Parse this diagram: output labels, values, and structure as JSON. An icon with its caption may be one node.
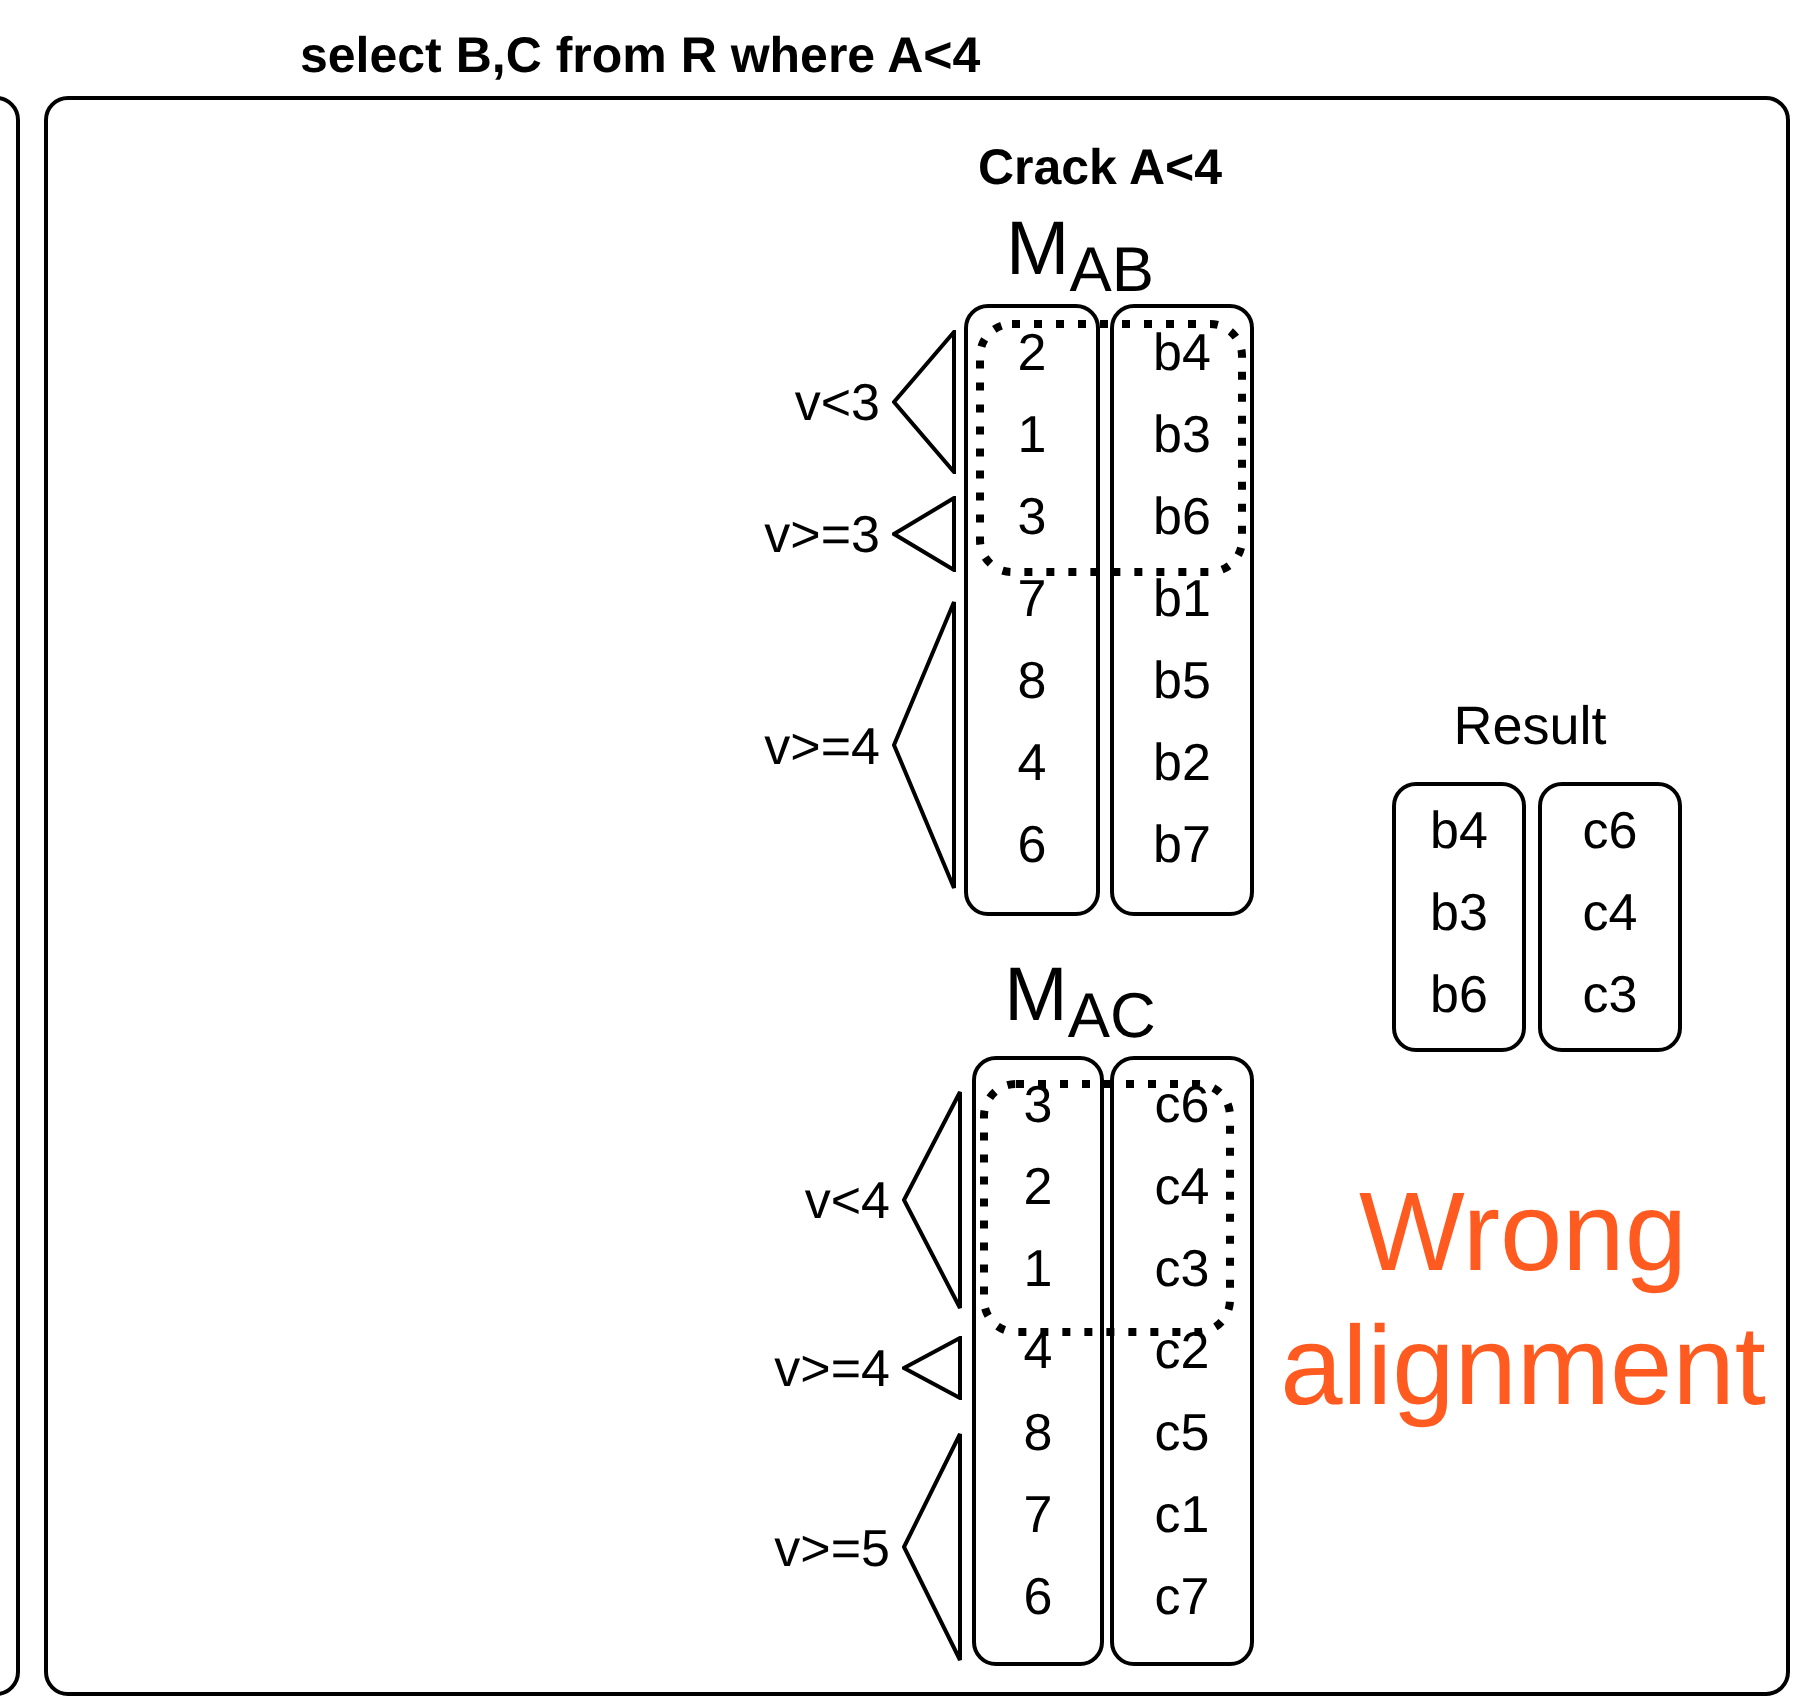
{
  "diagram": {
    "title": "select B,C from R where A<4",
    "nodes": [
      {
        "text": [],
        "shape": "box"
      },
      {
        "text": [],
        "shape": "box"
      },
      {
        "text": [
          "2",
          "1",
          "3",
          "7",
          "8",
          "4",
          "6"
        ],
        "in": 1
      },
      {
        "text": [
          "b4",
          "b3",
          "b6",
          "b1",
          "b5",
          "b2",
          "b7"
        ],
        "in": 1
      },
      {
        "text": [],
        "shape": "triangle",
        "beside": [
          "v<3"
        ],
        "in": 1
      },
      {
        "text": [],
        "shape": "triangle",
        "beside": [
          "v>=3"
        ],
        "in": 1
      },
      {
        "text": [],
        "shape": "triangle",
        "beside": [
          "v>=4"
        ],
        "in": 1
      },
      {
        "text": [
          "b4",
          "b3",
          "b6"
        ],
        "in": 1
      },
      {
        "text": [
          "c6",
          "c4",
          "c3"
        ],
        "in": 1
      },
      {
        "text": [
          "3",
          "2",
          "1",
          "4",
          "8",
          "7",
          "6"
        ],
        "in": 1
      },
      {
        "text": [
          "c6",
          "c4",
          "c3",
          "c2",
          "c5",
          "c1",
          "c7"
        ],
        "in": 1
      },
      {
        "text": [],
        "shape": "triangle",
        "beside": [
          "v<4"
        ],
        "in": 1
      },
      {
        "text": [],
        "shape": "triangle",
        "beside": [
          "v>=4"
        ],
        "in": 1
      },
      {
        "text": [],
        "shape": "triangle",
        "beside": [
          "v>=5"
        ],
        "in": 1
      }
    ],
    "labels": [
      "Crack A<4",
      "M$_{AB}$",
      "Result",
      "M$_{AC}$",
      "Wrong alignment"
    ]
  }
}
